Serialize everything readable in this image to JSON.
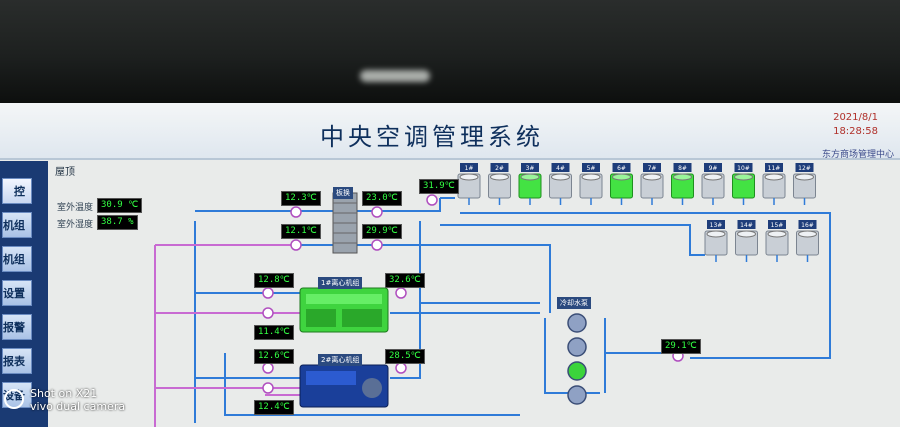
{
  "header": {
    "title": "中央空调管理系统",
    "date": "2021/8/1",
    "time": "18:28:58",
    "org": "东方商场管理中心"
  },
  "sidebar": {
    "items": [
      {
        "label": "控",
        "active": true
      },
      {
        "label": "机组"
      },
      {
        "label": "机组"
      },
      {
        "label": "设置"
      },
      {
        "label": "报警"
      },
      {
        "label": "报表"
      },
      {
        "label": "设备"
      }
    ]
  },
  "pane": {
    "title": "屋顶"
  },
  "ambient": {
    "outdoor_temp_label": "室外温度",
    "outdoor_temp": "30.9 ℃",
    "outdoor_humidity_label": "室外湿度",
    "outdoor_humidity": "38.7 %"
  },
  "plate_exchanger": {
    "label": "板换"
  },
  "chillers": [
    {
      "label": "1#离心机组"
    },
    {
      "label": "2#离心机组"
    }
  ],
  "pump_group": {
    "label": "冷却水泵"
  },
  "readings": {
    "hx_left_top": "12.3℃",
    "hx_right_top": "23.0℃",
    "tower_supply": "31.9℃",
    "hx_left_bottom": "12.1℃",
    "hx_right_bottom": "29.9℃",
    "ch1_in": "12.8℃",
    "ch1_out": "32.6℃",
    "ch1_low": "11.4℃",
    "ch2_in": "12.6℃",
    "ch2_out": "28.5℃",
    "ch2_low": "12.4℃",
    "pump_return": "29.1℃"
  },
  "towers_row1": [
    "1#",
    "2#",
    "3#",
    "4#",
    "5#",
    "6#",
    "7#",
    "8#",
    "9#",
    "10#",
    "11#",
    "12#"
  ],
  "towers_row1_active": [
    false,
    false,
    true,
    false,
    false,
    true,
    false,
    true,
    false,
    true,
    false,
    false
  ],
  "towers_row2": [
    "13#",
    "14#",
    "15#",
    "16#"
  ],
  "watermark": {
    "line1": "Shot on X21",
    "line2": "vivo dual camera"
  }
}
